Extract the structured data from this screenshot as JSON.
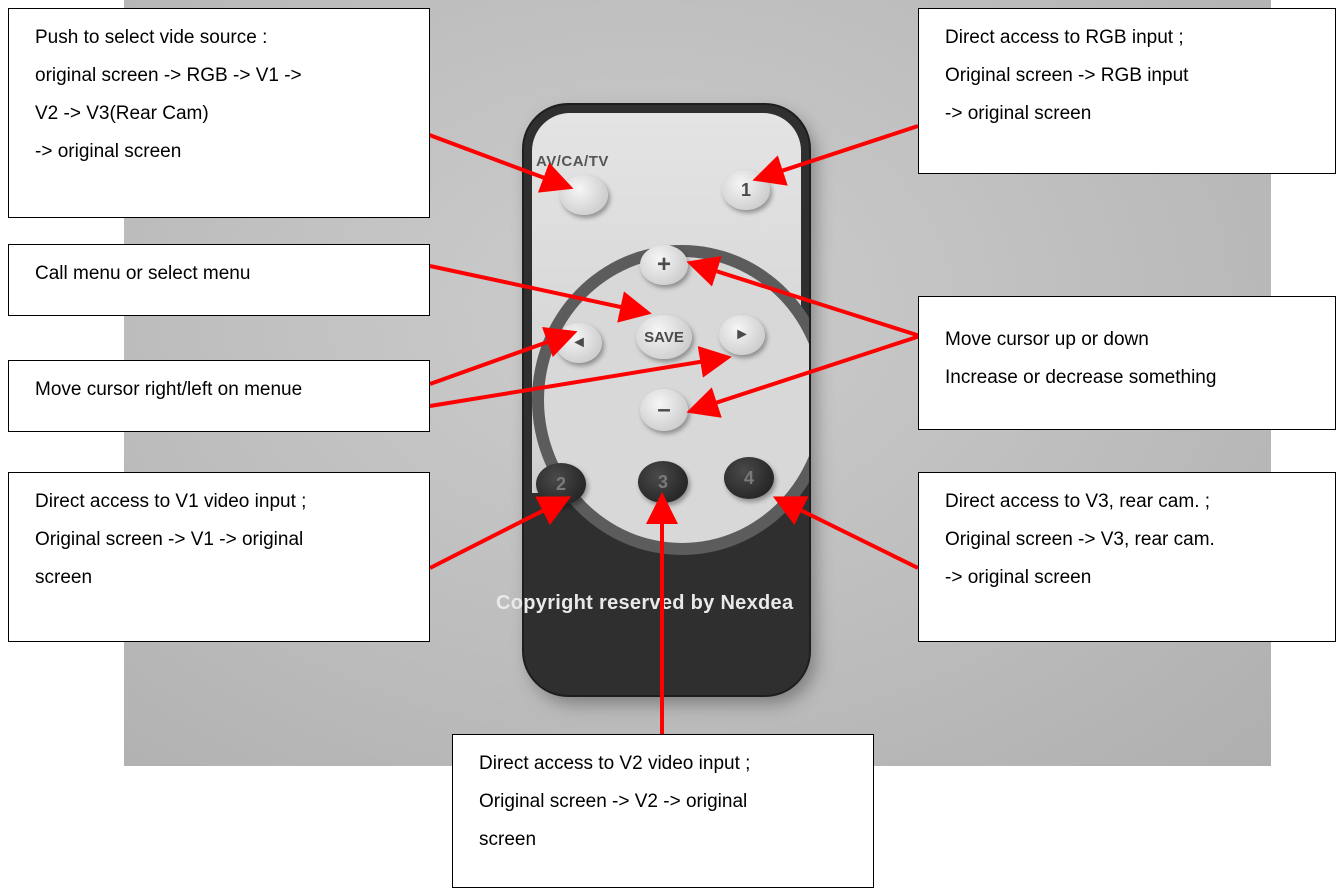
{
  "remote": {
    "logo": "AV/CA/TV",
    "btn_one": "1",
    "btn_plus": "+",
    "btn_minus": "–",
    "btn_left": "◄",
    "btn_right": "►",
    "btn_save": "SAVE",
    "btn_two": "2",
    "btn_three": "3",
    "btn_four": "4"
  },
  "watermark": "Copyright reserved by Nexdea",
  "callouts": {
    "source": {
      "line1": "Push to select vide source :",
      "line2": "original screen -> RGB -> V1 ->",
      "line3": "V2 -> V3(Rear Cam)",
      "line4": "-> original screen"
    },
    "rgb": {
      "line1": "Direct access to RGB input ;",
      "line2": "Original screen -> RGB input",
      "line3": "-> original screen"
    },
    "menu": {
      "line1": "Call menu or select menu"
    },
    "leftright": {
      "line1": "Move cursor right/left on menue"
    },
    "updown": {
      "line1": "Move cursor up or down",
      "line2": "Increase or decrease something"
    },
    "v1": {
      "line1": "Direct access to V1 video input ;",
      "line2": "Original screen -> V1 -> original",
      "line3": "screen"
    },
    "v3": {
      "line1": "Direct access to V3, rear cam. ;",
      "line2": "Original screen -> V3, rear cam.",
      "line3": "-> original screen"
    },
    "v2": {
      "line1": "Direct access to V2 video input ;",
      "line2": "Original screen -> V2 -> original",
      "line3": "screen"
    }
  },
  "colors": {
    "arrow": "#ff0000",
    "callout_border": "#000000",
    "photo_background": "#bdbdbd"
  }
}
